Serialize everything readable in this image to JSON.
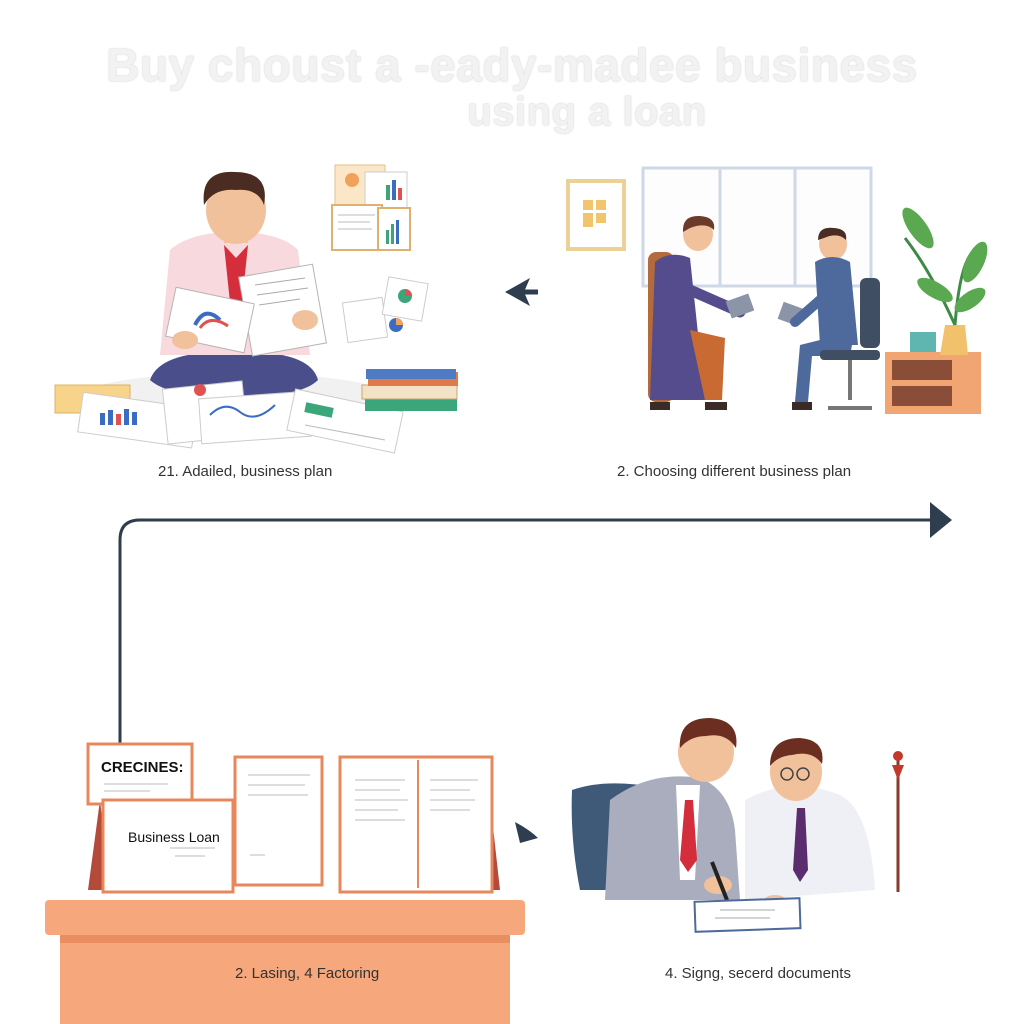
{
  "title": {
    "line1": "Buy choust a -eady-madee business",
    "line2": "using a loan"
  },
  "steps": [
    {
      "caption": "21. Adailed, business plan"
    },
    {
      "caption": "2. Choosing different business plan"
    },
    {
      "caption": "2. Lasing, 4 Factoring"
    },
    {
      "caption": "4. Signg, secerd documents"
    }
  ],
  "board": {
    "sign_top": "CRECINES:",
    "sign_loan": "Business Loan"
  },
  "colors": {
    "arrow": "#2f3e4e",
    "desk": "#f6a77b",
    "frame": "#e9875c",
    "chart_blue": "#3b6cc4",
    "chart_green": "#3aa67a"
  }
}
